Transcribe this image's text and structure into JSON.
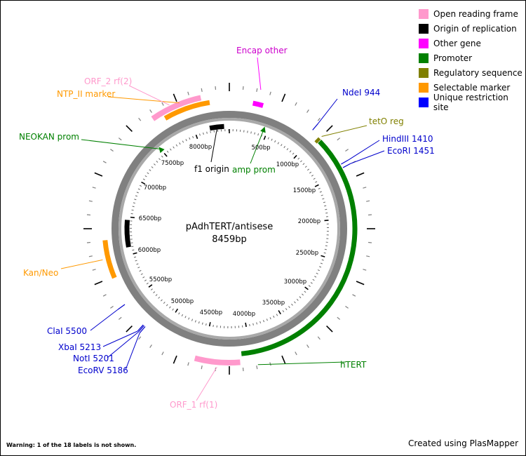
{
  "plasmid": {
    "name": "pAdhTERT/antisese",
    "size_label": "8459bp",
    "total_bp": 8459
  },
  "colors": {
    "orf": "#ff99cc",
    "origin": "#000000",
    "other_gene": "#ff00ff",
    "promoter": "#008000",
    "regulatory": "#808000",
    "selectable": "#ff9900",
    "restriction": "#0000cc",
    "backbone_outer": "#808080",
    "backbone_inner": "#a9a9a9"
  },
  "legend": [
    {
      "label": "Open reading frame",
      "color": "#ff99cc"
    },
    {
      "label": "Origin of replication",
      "color": "#000000"
    },
    {
      "label": "Other gene",
      "color": "#ff00ff"
    },
    {
      "label": "Promoter",
      "color": "#008000"
    },
    {
      "label": "Regulatory sequence",
      "color": "#808000"
    },
    {
      "label": "Selectable marker",
      "color": "#ff9900"
    },
    {
      "label": "Unique restriction site",
      "color": "#0000ff"
    }
  ],
  "bp_ticks": [
    "500bp",
    "1000bp",
    "1500bp",
    "2000bp",
    "2500bp",
    "3000bp",
    "3500bp",
    "4000bp",
    "4500bp",
    "5000bp",
    "5500bp",
    "6000bp",
    "6500bp",
    "7000bp",
    "7500bp",
    "8000bp"
  ],
  "features": [
    {
      "label": "hTERT",
      "type": "promoter",
      "start": 1080,
      "end": 4100
    },
    {
      "label": "ORF_1 rf(1)",
      "type": "orf",
      "start": 4120,
      "end": 4580
    },
    {
      "label": "Kan/Neo",
      "type": "selectable",
      "start": 5800,
      "end": 6220
    },
    {
      "label": "NTP_II marker",
      "type": "selectable",
      "start": 7750,
      "end": 8250
    },
    {
      "label": "ORF_2 rf(2)",
      "type": "orf",
      "start": 7640,
      "end": 8170
    },
    {
      "label": "Encap other",
      "type": "other_gene",
      "start": 250,
      "end": 360
    },
    {
      "label": "tetO reg",
      "type": "regulatory",
      "start": 1040,
      "end": 1075
    },
    {
      "label": "f1 origin",
      "type": "origin",
      "start": 8200,
      "end": 8390
    },
    {
      "label": "",
      "type": "origin",
      "start": 6100,
      "end": 6460
    },
    {
      "label": "amp prom",
      "type": "promoter",
      "pos": 450,
      "marker": true
    },
    {
      "label": "NEOKAN prom",
      "type": "promoter",
      "pos": 7500,
      "marker": true
    }
  ],
  "sites": [
    {
      "label": "NdeI 944",
      "pos": 944
    },
    {
      "label": "HindIII 1410",
      "pos": 1410
    },
    {
      "label": "EcoRI 1451",
      "pos": 1451
    },
    {
      "label": "ClaI 5500",
      "pos": 5500
    },
    {
      "label": "XbaI 5213",
      "pos": 5213
    },
    {
      "label": "NotI 5201",
      "pos": 5201
    },
    {
      "label": "EcoRV 5186",
      "pos": 5186
    }
  ],
  "warning": "Warning: 1 of the 18 labels is not shown.",
  "credit": "Created using PlasMapper"
}
